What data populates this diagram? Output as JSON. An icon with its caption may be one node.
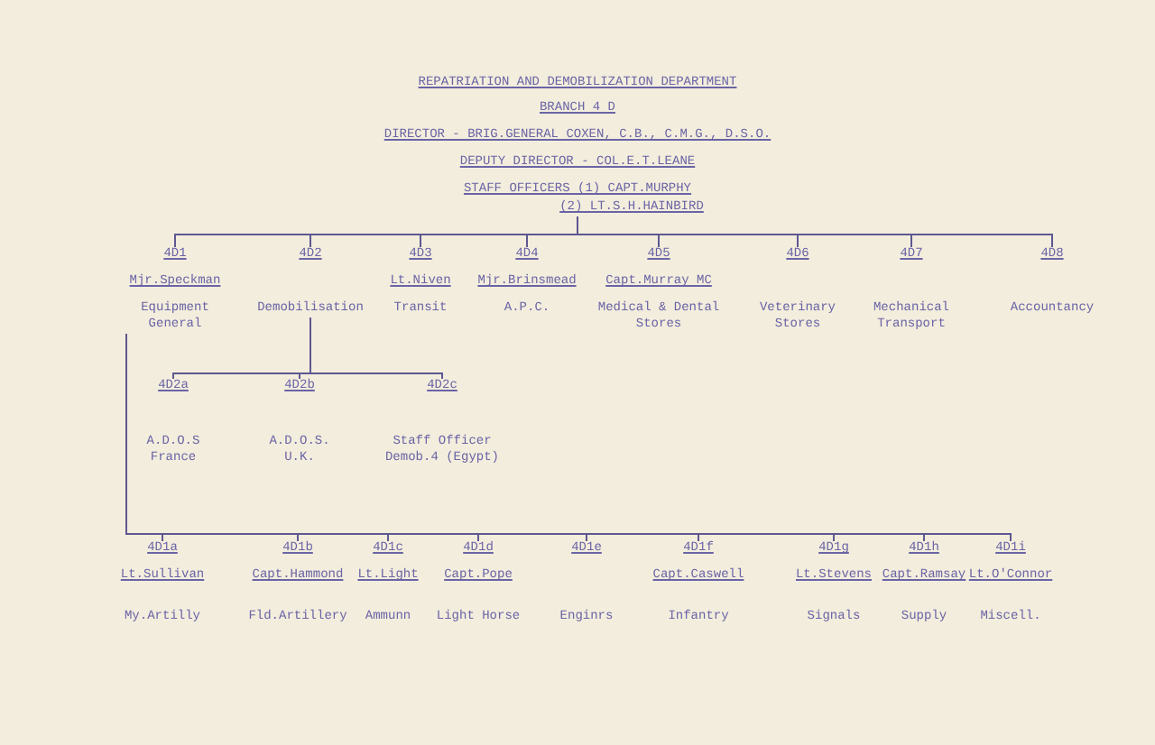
{
  "diagram": {
    "title": "REPATRIATION AND DEMOBILIZATION DEPARTMENT",
    "nodes": [
      {
        "text": [
          "BRANCH 4 D",
          "DIRECTOR - BRIG.GENERAL COXEN, C.B., C.M.G., D.S.O.",
          "DEPUTY DIRECTOR - COL.E.T.LEANE",
          "STAFF OFFICERS (1) CAPT.MURPHY",
          "(2) LT.S.H.HAINBIRD"
        ]
      },
      {
        "text": [
          "4D1",
          "Mjr.Speckman",
          "Equipment General"
        ]
      },
      {
        "text": [
          "4D2",
          "Demobilisation"
        ]
      },
      {
        "text": [
          "4D3",
          "Lt.Niven",
          "Transit"
        ]
      },
      {
        "text": [
          "4D4",
          "Mjr.Brinsmead",
          "A.P.C."
        ]
      },
      {
        "text": [
          "4D5",
          "Capt.Murray MC",
          "Medical & Dental Stores"
        ]
      },
      {
        "text": [
          "4D6",
          "Veterinary Stores"
        ]
      },
      {
        "text": [
          "4D7",
          "Mechanical Transport"
        ]
      },
      {
        "text": [
          "4D8",
          "Accountancy"
        ]
      },
      {
        "text": [
          "4D2a",
          "A.D.O.S France"
        ]
      },
      {
        "text": [
          "4D2b",
          "A.D.O.S. U.K."
        ]
      },
      {
        "text": [
          "4D2c",
          "Staff Officer Demob.4 (Egypt)"
        ]
      },
      {
        "text": [
          "4D1a",
          "Lt.Sullivan",
          "My.Artilly"
        ]
      },
      {
        "text": [
          "4D1b",
          "Capt.Hammond",
          "Fld.Artillery"
        ]
      },
      {
        "text": [
          "4D1c",
          "Lt.Light",
          "Ammunn"
        ]
      },
      {
        "text": [
          "4D1d",
          "Capt.Pope",
          "Light Horse"
        ]
      },
      {
        "text": [
          "4D1e",
          "Enginrs"
        ]
      },
      {
        "text": [
          "4D1f",
          "Capt.Caswell",
          "Infantry"
        ]
      },
      {
        "text": [
          "4D1g",
          "Lt.Stevens",
          "Signals"
        ]
      },
      {
        "text": [
          "4D1h",
          "Capt.Ramsay",
          "Supply"
        ]
      },
      {
        "text": [
          "4D1i",
          "Lt.O'Connor",
          "Miscell."
        ]
      }
    ],
    "edges": [
      {
        "from": 0,
        "to": 1,
        "arrow": "none"
      },
      {
        "from": 0,
        "to": 2,
        "arrow": "none"
      },
      {
        "from": 0,
        "to": 3,
        "arrow": "none"
      },
      {
        "from": 0,
        "to": 4,
        "arrow": "none"
      },
      {
        "from": 0,
        "to": 5,
        "arrow": "none"
      },
      {
        "from": 0,
        "to": 6,
        "arrow": "none"
      },
      {
        "from": 0,
        "to": 7,
        "arrow": "none"
      },
      {
        "from": 0,
        "to": 8,
        "arrow": "none"
      },
      {
        "from": 2,
        "to": 9,
        "arrow": "none"
      },
      {
        "from": 2,
        "to": 10,
        "arrow": "none"
      },
      {
        "from": 2,
        "to": 11,
        "arrow": "none"
      },
      {
        "from": 1,
        "to": 12,
        "arrow": "none"
      },
      {
        "from": 1,
        "to": 13,
        "arrow": "none"
      },
      {
        "from": 1,
        "to": 14,
        "arrow": "none"
      },
      {
        "from": 1,
        "to": 15,
        "arrow": "none"
      },
      {
        "from": 1,
        "to": 16,
        "arrow": "none"
      },
      {
        "from": 1,
        "to": 17,
        "arrow": "none"
      },
      {
        "from": 1,
        "to": 18,
        "arrow": "none"
      },
      {
        "from": 1,
        "to": 19,
        "arrow": "none"
      },
      {
        "from": 1,
        "to": 20,
        "arrow": "none"
      }
    ]
  }
}
